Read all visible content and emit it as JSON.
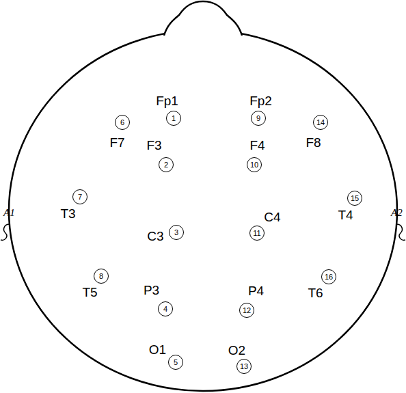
{
  "diagram": {
    "nodes": [
      {
        "text": [
          "Fp1",
          "1"
        ]
      },
      {
        "text": [
          "F3",
          "2"
        ]
      },
      {
        "text": [
          "C3",
          "3"
        ]
      },
      {
        "text": [
          "P3",
          "4"
        ]
      },
      {
        "text": [
          "O1",
          "5"
        ]
      },
      {
        "text": [
          "F7",
          "6"
        ]
      },
      {
        "text": [
          "T3",
          "7"
        ]
      },
      {
        "text": [
          "T5",
          "8"
        ]
      },
      {
        "text": [
          "Fp2",
          "9"
        ]
      },
      {
        "text": [
          "F4",
          "10"
        ]
      },
      {
        "text": [
          "C4",
          "11"
        ]
      },
      {
        "text": [
          "P4",
          "12"
        ]
      },
      {
        "text": [
          "O2",
          "13"
        ]
      },
      {
        "text": [
          "F8",
          "14"
        ]
      },
      {
        "text": [
          "T4",
          "15"
        ]
      },
      {
        "text": [
          "T6",
          "16"
        ]
      }
    ],
    "labels": [
      "A1",
      "A2"
    ]
  }
}
